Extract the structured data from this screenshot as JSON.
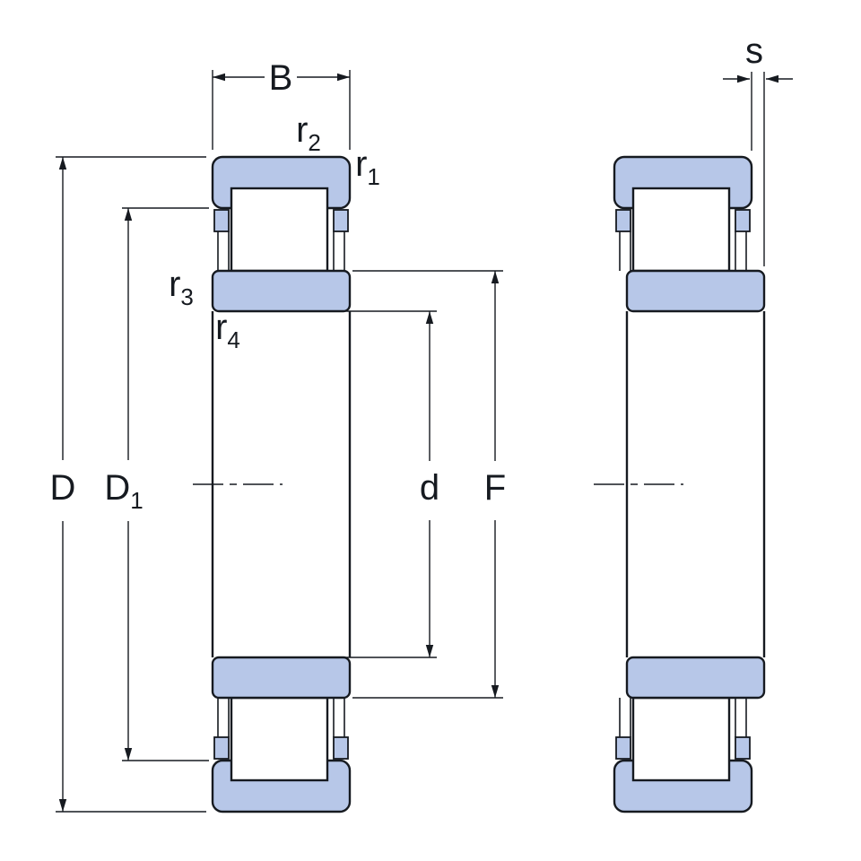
{
  "labels": {
    "B": {
      "text": "B"
    },
    "D": {
      "text": "D"
    },
    "D1": {
      "main": "D",
      "sub": "1"
    },
    "d": {
      "text": "d"
    },
    "F": {
      "text": "F"
    },
    "s": {
      "text": "s"
    },
    "r1": {
      "main": "r",
      "sub": "1"
    },
    "r2": {
      "main": "r",
      "sub": "2"
    },
    "r3": {
      "main": "r",
      "sub": "3"
    },
    "r4": {
      "main": "r",
      "sub": "4"
    }
  },
  "colors": {
    "line": "#161a20",
    "ring_fill": "#b7c7e8",
    "roller_fill": "#ffffff",
    "bg": "#ffffff"
  }
}
